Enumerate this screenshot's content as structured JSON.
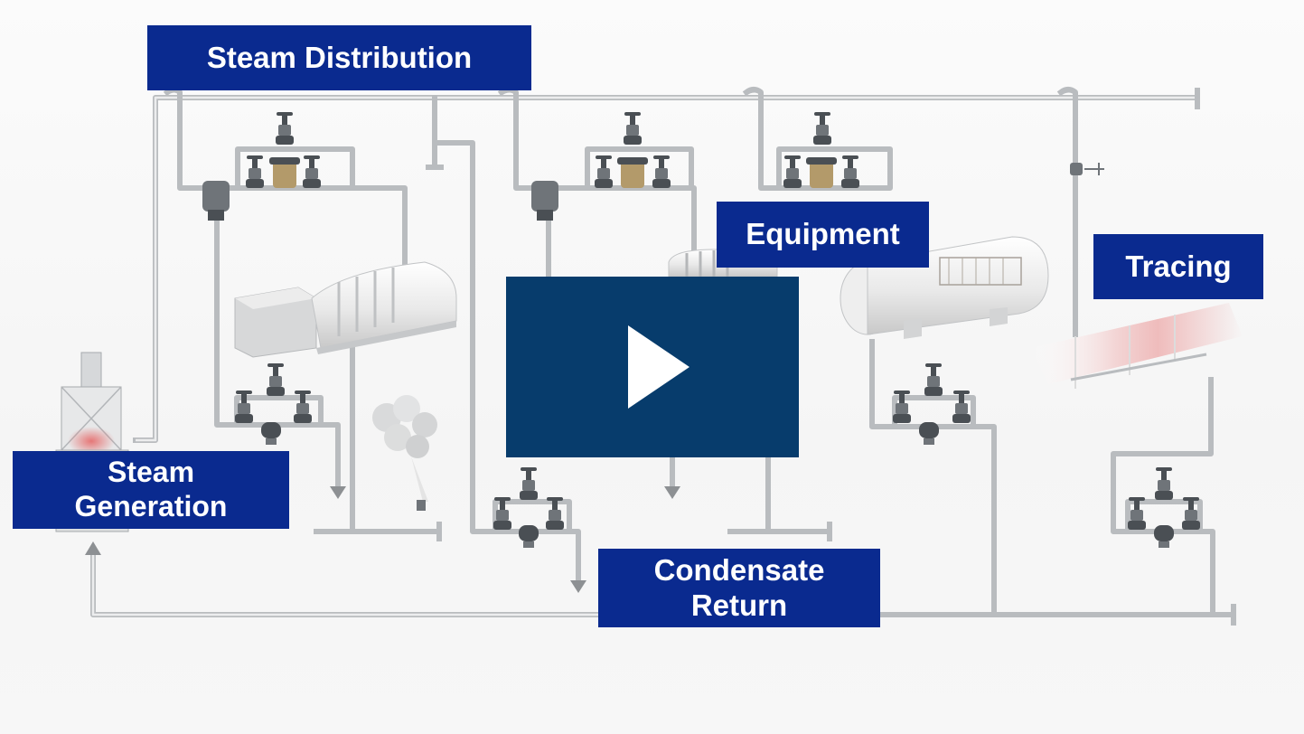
{
  "labels": {
    "steam_distribution": "Steam Distribution",
    "equipment": "Equipment",
    "tracing": "Tracing",
    "steam_generation": [
      "Steam",
      "Generation"
    ],
    "condensate_return": [
      "Condensate",
      "Return"
    ]
  },
  "video": {
    "play_icon": "play-icon"
  },
  "colors": {
    "label_background": "#0a2a8f",
    "label_text": "#ffffff",
    "play_button_background": "#073c6c",
    "pipe": "#b9bcbf",
    "background": "#f7f7f7"
  }
}
